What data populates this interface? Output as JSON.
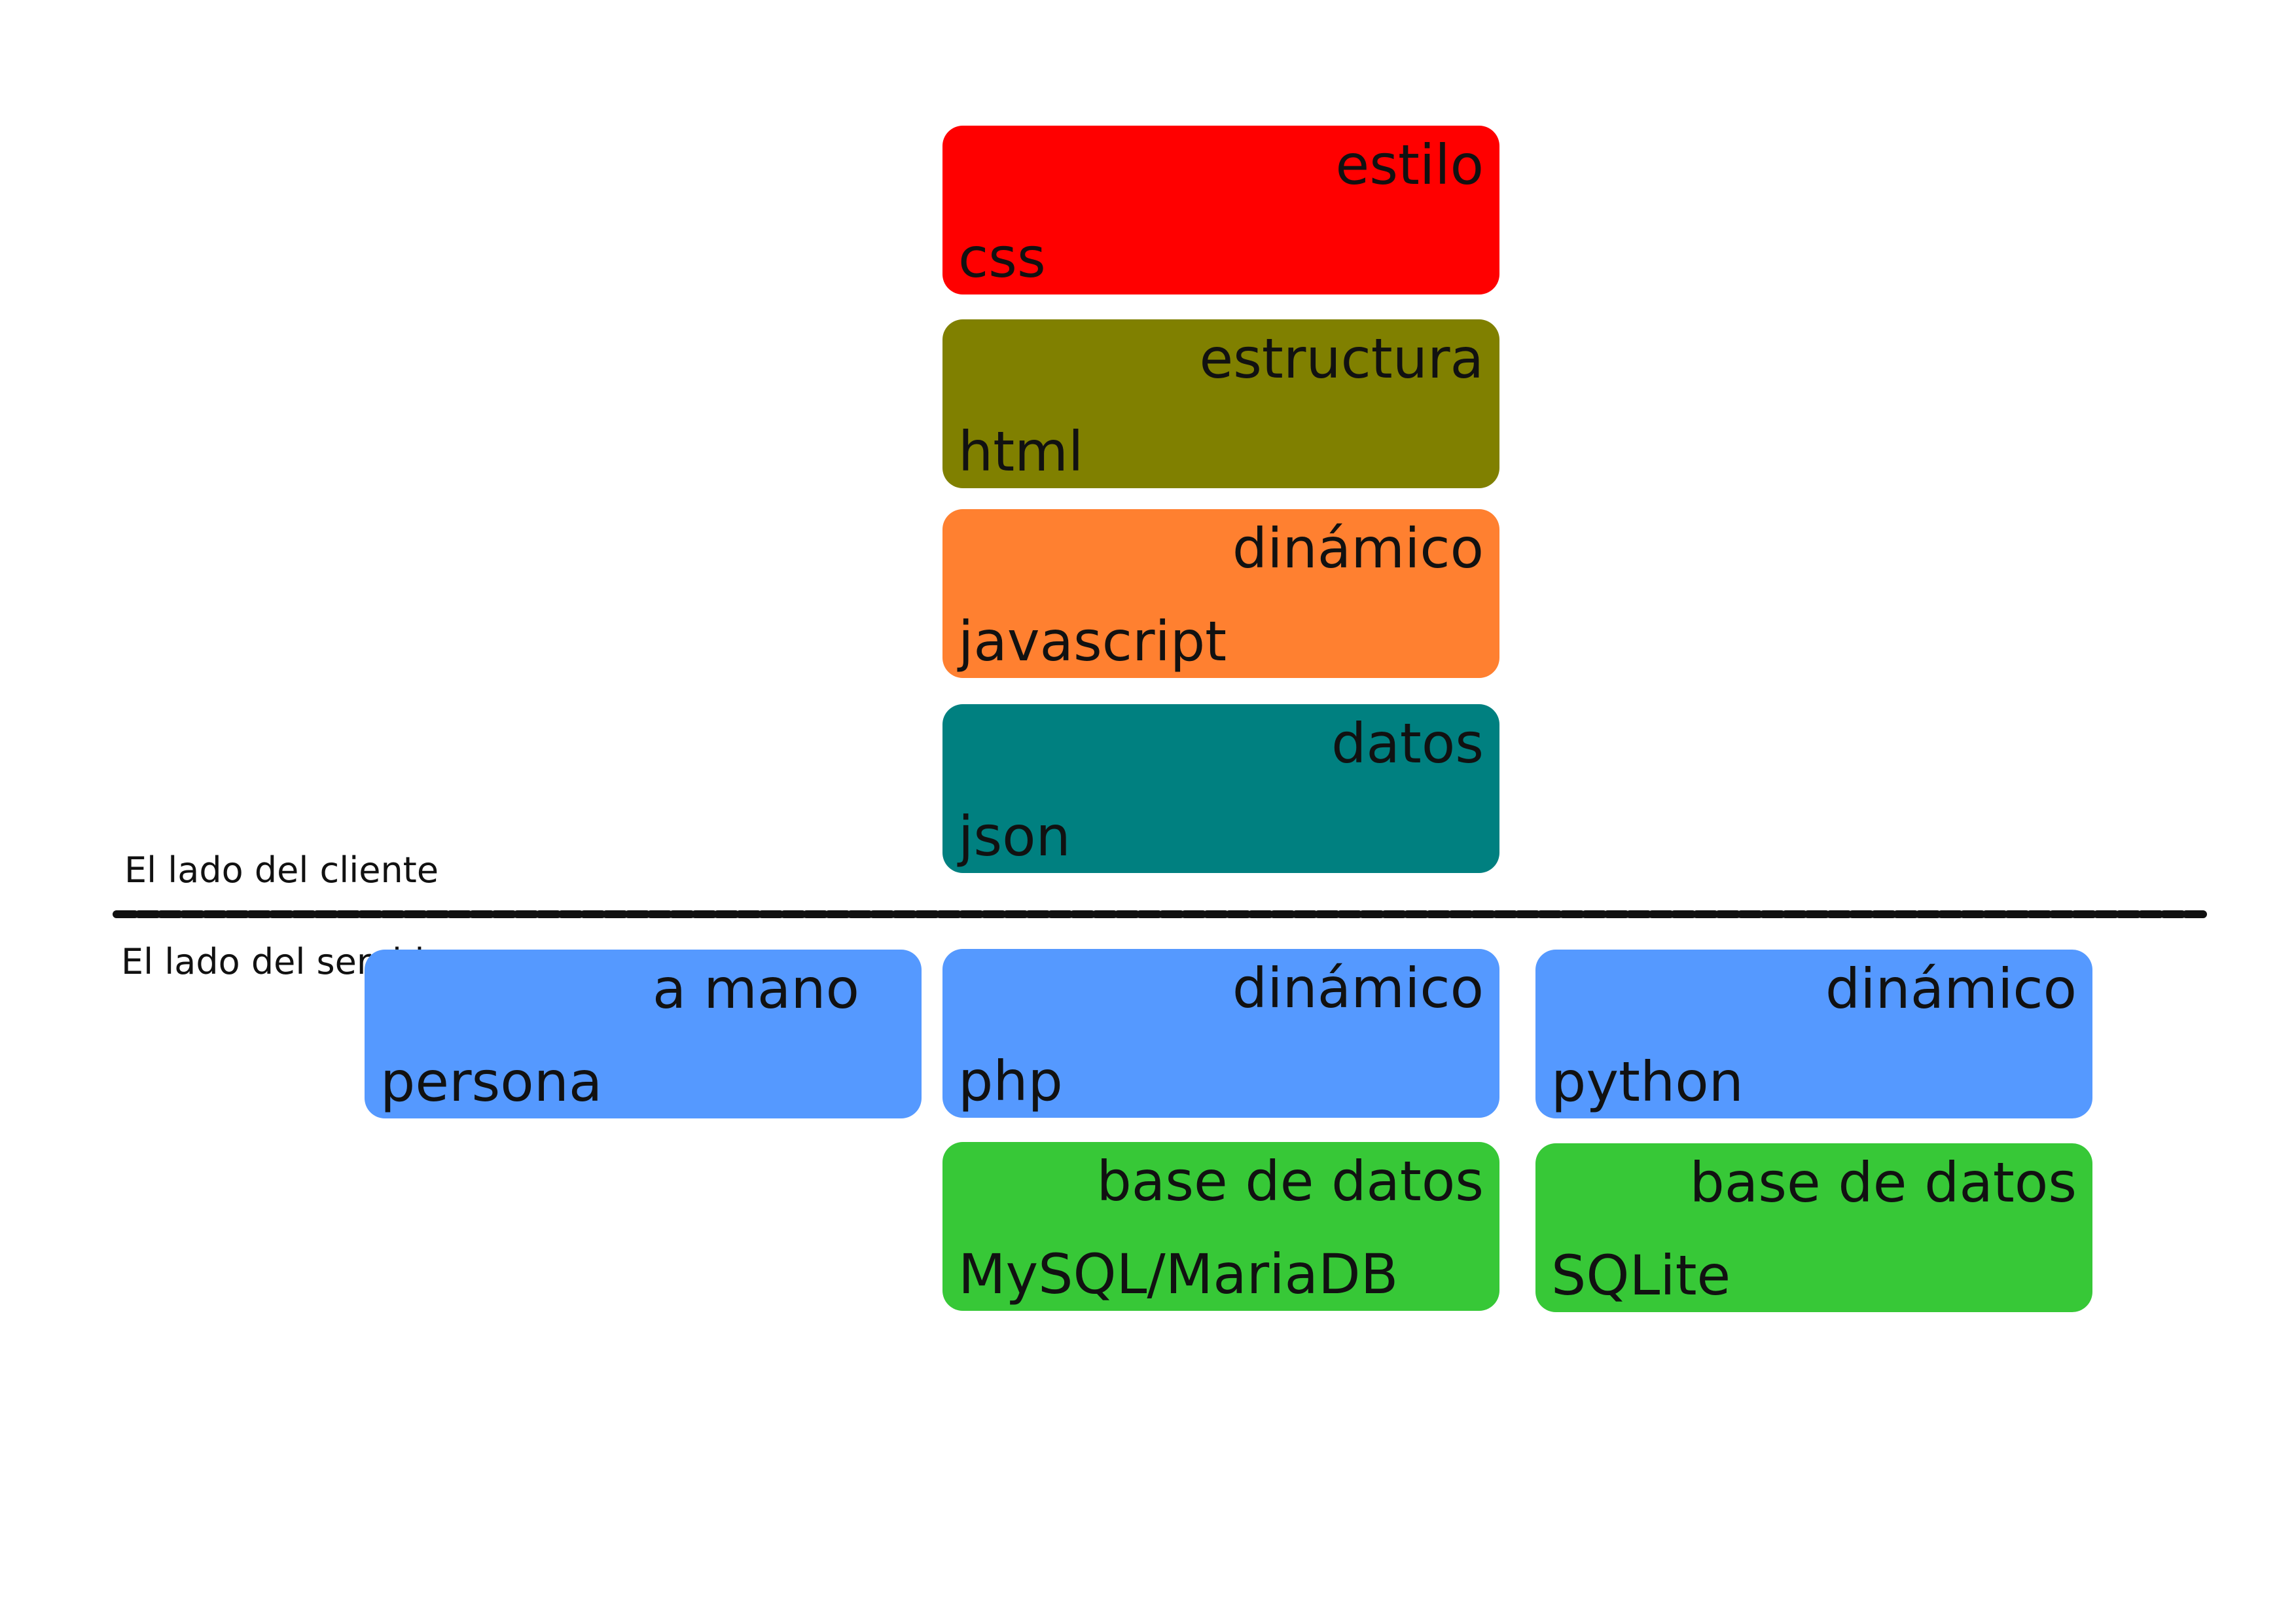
{
  "sections": {
    "client_label": "El lado del cliente",
    "server_label": "El lado del servidor"
  },
  "client_stack": [
    {
      "tag": "estilo",
      "tech": "css",
      "color": "#ff0000"
    },
    {
      "tag": "estructura",
      "tech": "html",
      "color": "#808000"
    },
    {
      "tag": "dinámico",
      "tech": "javascript",
      "color": "#ff8030"
    },
    {
      "tag": "datos",
      "tech": "json",
      "color": "#008080"
    }
  ],
  "server_blocks": [
    {
      "tag": "a mano",
      "tech": "persona",
      "color": "#5599ff"
    },
    {
      "tag": "dinámico",
      "tech": "php",
      "color": "#5599ff"
    },
    {
      "tag": "dinámico",
      "tech": "python",
      "color": "#5599ff"
    },
    {
      "tag": "base de datos",
      "tech": "MySQL/MariaDB",
      "color": "#37c837"
    },
    {
      "tag": "base de datos",
      "tech": "SQLite",
      "color": "#37c837"
    }
  ],
  "colors": {
    "divider": "#111111"
  }
}
